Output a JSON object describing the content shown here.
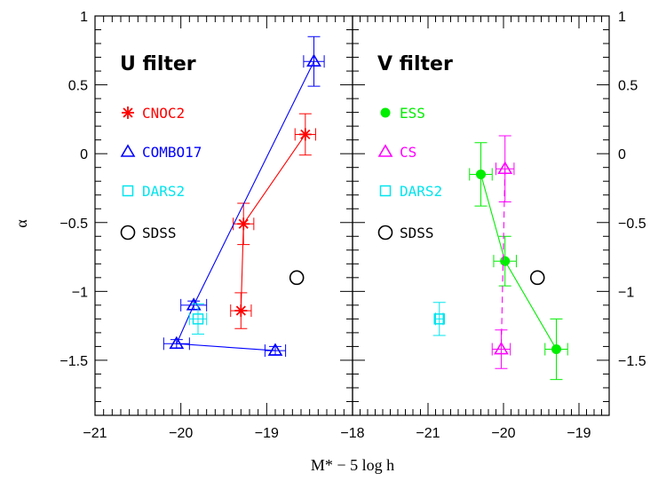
{
  "chart_data": {
    "type": "scatter",
    "xlabel": "M* − 5 log h",
    "ylabel": "α",
    "ylim": [
      -1.9,
      1.0
    ],
    "y_ticks": [
      "1",
      "0.5",
      "0",
      "−0.5",
      "−1",
      "−1.5"
    ],
    "y_tick_values": [
      1,
      0.5,
      0,
      -0.5,
      -1,
      -1.5
    ],
    "grid": false,
    "panels": [
      {
        "title": "U filter",
        "xlim": [
          -21,
          -18
        ],
        "x_ticks": [
          "−21",
          "−20",
          "−19",
          "−18"
        ],
        "x_tick_values": [
          -21,
          -20,
          -19,
          -18
        ],
        "series": [
          {
            "name": "CNOC2",
            "color": "#ff0000",
            "marker": "asterisk",
            "connected": true,
            "points": [
              {
                "x": -19.3,
                "y": -1.14,
                "xerr": 0.12,
                "yerr": 0.13
              },
              {
                "x": -19.27,
                "y": -0.51,
                "xerr": 0.12,
                "yerr": 0.15
              },
              {
                "x": -18.55,
                "y": 0.14,
                "xerr": 0.12,
                "yerr": 0.15
              }
            ]
          },
          {
            "name": "COMBO17",
            "color": "#0000ff",
            "marker": "triangle",
            "connected": true,
            "points": [
              {
                "x": -18.9,
                "y": -1.43,
                "xerr": 0.12,
                "yerr": 0.03
              },
              {
                "x": -20.05,
                "y": -1.38,
                "xerr": 0.15,
                "yerr": 0.03
              },
              {
                "x": -19.85,
                "y": -1.1,
                "xerr": 0.15,
                "yerr": 0.03
              },
              {
                "x": -18.45,
                "y": 0.67,
                "xerr": 0.12,
                "yerr": 0.18
              }
            ]
          },
          {
            "name": "DARS2",
            "color": "#00e5ee",
            "marker": "square",
            "connected": false,
            "points": [
              {
                "x": -19.8,
                "y": -1.2,
                "xerr": 0.1,
                "yerr": 0.11
              }
            ]
          },
          {
            "name": "SDSS",
            "color": "#000000",
            "marker": "circle",
            "connected": false,
            "points": [
              {
                "x": -18.65,
                "y": -0.9
              }
            ]
          }
        ]
      },
      {
        "title": "V filter",
        "xlim": [
          -22,
          -18.6
        ],
        "x_ticks": [
          "−21",
          "−20",
          "−19"
        ],
        "x_tick_values": [
          -21,
          -20,
          -19
        ],
        "series": [
          {
            "name": "ESS",
            "color": "#00ee00",
            "marker": "filled-circle",
            "connected": true,
            "points": [
              {
                "x": -20.3,
                "y": -0.15,
                "xerr": 0.15,
                "yerr": 0.23
              },
              {
                "x": -19.98,
                "y": -0.78,
                "xerr": 0.15,
                "yerr": 0.18
              },
              {
                "x": -19.3,
                "y": -1.42,
                "xerr": 0.15,
                "yerr": 0.22
              }
            ]
          },
          {
            "name": "CS",
            "color": "#ff00ff",
            "marker": "triangle",
            "connected": true,
            "dashed": true,
            "points": [
              {
                "x": -19.98,
                "y": -0.11,
                "xerr": 0.12,
                "yerr": 0.24
              },
              {
                "x": -20.03,
                "y": -1.42,
                "xerr": 0.12,
                "yerr": 0.14
              }
            ]
          },
          {
            "name": "DARS2",
            "color": "#00e5ee",
            "marker": "square",
            "connected": false,
            "points": [
              {
                "x": -20.85,
                "y": -1.2,
                "xerr": 0.05,
                "yerr": 0.12
              }
            ]
          },
          {
            "name": "SDSS",
            "color": "#000000",
            "marker": "circle",
            "connected": false,
            "points": [
              {
                "x": -19.55,
                "y": -0.9
              }
            ]
          }
        ]
      }
    ]
  }
}
